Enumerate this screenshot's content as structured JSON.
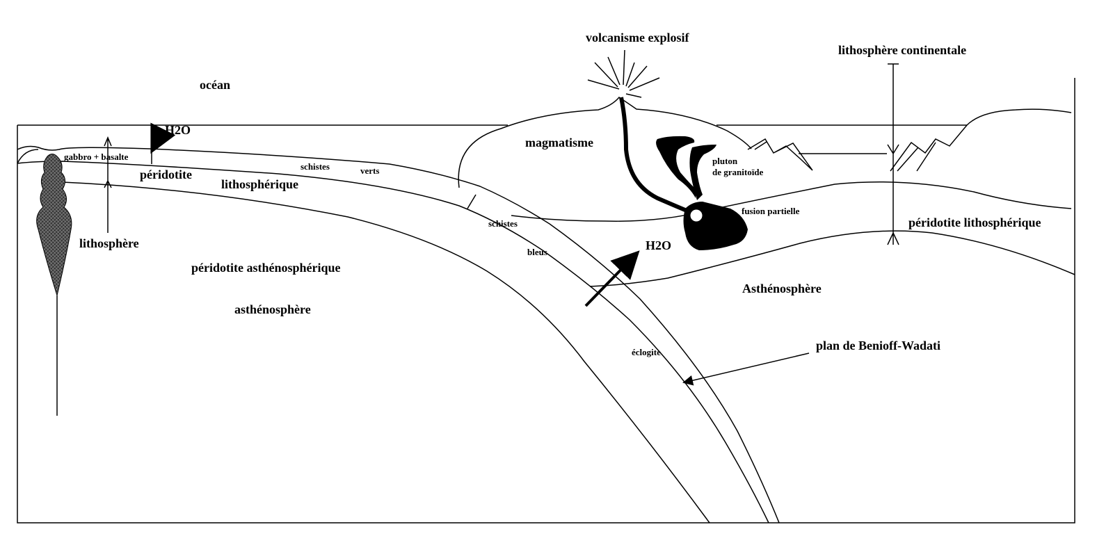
{
  "labels": {
    "ocean": "océan",
    "volcanism": "volcanisme explosif",
    "continental_lithosphere": "lithosphère continentale",
    "h2o_top": "H2O",
    "gabbro_basalt": "gabbro + basalte",
    "peridotite": "péridotite",
    "lithospheric": "lithosphérique",
    "schistes_verts_1": "schistes",
    "schistes_verts_2": "verts",
    "magmatism": "magmatisme",
    "pluton_1": "pluton",
    "pluton_2": "de granitoïde",
    "partial_fusion": "fusion partielle",
    "peridotite_lithospheric_right": "péridotite lithosphérique",
    "lithosphere_left": "lithosphère",
    "schistes_bleus_1": "schistes",
    "schistes_bleus_2": "bleus",
    "h2o_mid": "H2O",
    "asthenospheric_peridotite": "péridotite asthénosphérique",
    "asthenosphere_left": "asthénosphère",
    "asthenosphere_right": "Asthénosphère",
    "eclogite": "éclogite",
    "benioff": "plan de Benioff-Wadati"
  },
  "colors": {
    "ink": "#000000",
    "plume": "#555555",
    "background": "#ffffff"
  }
}
